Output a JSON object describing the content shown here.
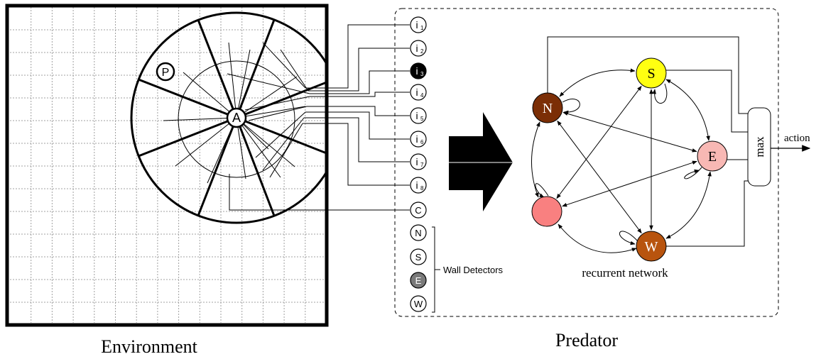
{
  "environment": {
    "caption": "Environment",
    "agent_label": "A",
    "prey_label": "P"
  },
  "predator": {
    "caption": "Predator",
    "inputs": [
      {
        "label": "i",
        "sub": "1",
        "filled": false
      },
      {
        "label": "i",
        "sub": "2",
        "filled": false
      },
      {
        "label": "i",
        "sub": "3",
        "filled": true
      },
      {
        "label": "i",
        "sub": "4",
        "filled": false
      },
      {
        "label": "i",
        "sub": "5",
        "filled": false
      },
      {
        "label": "i",
        "sub": "6",
        "filled": false
      },
      {
        "label": "i",
        "sub": "7",
        "filled": false
      },
      {
        "label": "i",
        "sub": "8",
        "filled": false
      }
    ],
    "c_input": "C",
    "wall_detectors": {
      "label": "Wall Detectors",
      "items": [
        {
          "label": "N",
          "color": "#ffffff"
        },
        {
          "label": "S",
          "color": "#ffffff"
        },
        {
          "label": "E",
          "color": "#7a7a7a"
        },
        {
          "label": "W",
          "color": "#ffffff"
        }
      ]
    },
    "network": {
      "label": "recurrent network",
      "nodes": [
        {
          "id": "N",
          "label": "N",
          "color": "#7b2e06",
          "text_color": "#ffffff"
        },
        {
          "id": "S",
          "label": "S",
          "color": "#ffff11",
          "text_color": "#000000"
        },
        {
          "id": "E",
          "label": "E",
          "color": "#f8b8b4",
          "text_color": "#000000"
        },
        {
          "id": "W",
          "label": "W",
          "color": "#b8540e",
          "text_color": "#ffffff"
        },
        {
          "id": "X",
          "label": "",
          "color": "#f98080",
          "text_color": "#000000"
        }
      ],
      "max_label": "max",
      "output_label": "action"
    }
  },
  "colors": {
    "grid": "#a0a0a0",
    "stroke": "#000000",
    "arrow": "#000000"
  }
}
